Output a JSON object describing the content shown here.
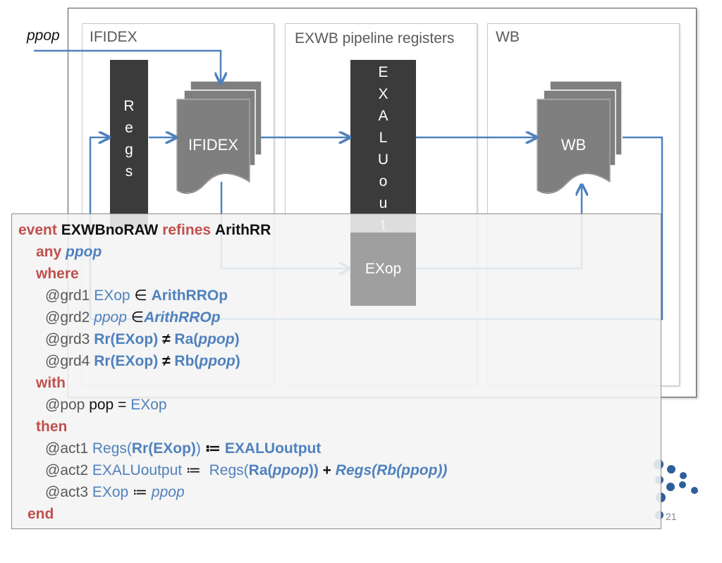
{
  "input_label": "ppop",
  "stages": {
    "ifidex": "IFIDEX",
    "exwb": "EXWB pipeline registers",
    "wb": "WB"
  },
  "regs_letters": [
    "R",
    "e",
    "g",
    "s"
  ],
  "exaluout_letters": [
    "E",
    "X",
    "A",
    "L",
    "U",
    "o",
    "u",
    "t"
  ],
  "boxes": {
    "ifidex": "IFIDEX",
    "wb": "WB",
    "exop": "EXop"
  },
  "code": {
    "event_kw": "event",
    "event_name": "EXWBnoRAW",
    "refines_kw": "refines",
    "refines_name": "ArithRR",
    "any_kw": "any",
    "any_param": "ppop",
    "where_kw": "where",
    "grd1": {
      "label": "@grd1",
      "lhs": "EXop",
      "op": "∈",
      "rhs": "ArithRROp"
    },
    "grd2": {
      "label": "@grd2",
      "lhs": "ppop",
      "op": "∈",
      "rhs": "ArithRROp"
    },
    "grd3": {
      "label": "@grd3",
      "lhs": "Rr(EXop)",
      "op": "≠",
      "rhs_fn": "Ra(",
      "rhs_arg": "ppop",
      "rhs_close": ")"
    },
    "grd4": {
      "label": "@grd4",
      "lhs": "Rr(EXop)",
      "op": "≠",
      "rhs_fn": "Rb(",
      "rhs_arg": "ppop",
      "rhs_close": ")"
    },
    "with_kw": "with",
    "pop": {
      "label": "@pop",
      "name": "pop",
      "eq": "=",
      "value": "EXop"
    },
    "then_kw": "then",
    "act1": {
      "label": "@act1",
      "fn": "Regs(",
      "arg": "Rr(EXop)",
      "close": ")",
      "op": "≔",
      "value": "EXALUoutput"
    },
    "act2": {
      "label": "@act2",
      "lhs": "EXALUoutput",
      "op": "≔",
      "fn": "Regs(",
      "arg1_fn": "Ra(",
      "arg1": "ppop",
      "arg1_close": "))",
      "plus": "+",
      "arg2": "Regs(Rb(ppop))"
    },
    "act3": {
      "label": "@act3",
      "lhs": "EXop",
      "op": "≔",
      "value": "ppop"
    },
    "end_kw": "end"
  },
  "page_number": "21",
  "colors": {
    "arrow": "#4f81bd",
    "keyword": "#c0504d",
    "dark_bar": "#3b3b3b",
    "doc_fill": "#7f7f7f"
  }
}
